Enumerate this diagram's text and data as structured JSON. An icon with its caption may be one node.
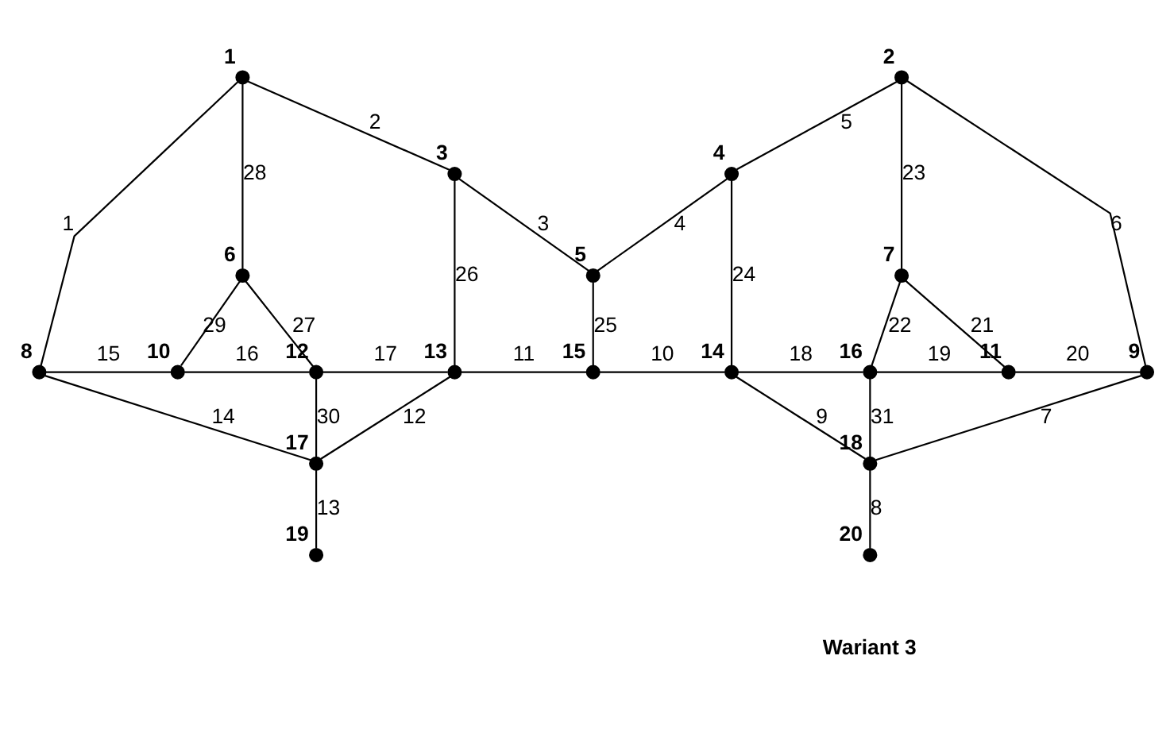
{
  "diagram": {
    "nodes": [
      {
        "text": [],
        "shape": "circle",
        "beside": [
          "1"
        ]
      },
      {
        "text": [],
        "shape": "circle",
        "beside": [
          "2"
        ]
      },
      {
        "text": [],
        "shape": "circle",
        "beside": [
          "3"
        ]
      },
      {
        "text": [],
        "shape": "circle",
        "beside": [
          "4"
        ]
      },
      {
        "text": [],
        "shape": "circle",
        "beside": [
          "5"
        ]
      },
      {
        "text": [],
        "shape": "circle",
        "beside": [
          "6"
        ]
      },
      {
        "text": [],
        "shape": "circle",
        "beside": [
          "7"
        ]
      },
      {
        "text": [],
        "shape": "circle",
        "beside": [
          "8"
        ]
      },
      {
        "text": [],
        "shape": "circle",
        "beside": [
          "9"
        ]
      },
      {
        "text": [],
        "shape": "circle",
        "beside": [
          "10"
        ]
      },
      {
        "text": [],
        "shape": "circle",
        "beside": [
          "11"
        ]
      },
      {
        "text": [],
        "shape": "circle",
        "beside": [
          "12"
        ]
      },
      {
        "text": [],
        "shape": "circle",
        "beside": [
          "13"
        ]
      },
      {
        "text": [],
        "shape": "circle",
        "beside": [
          "14"
        ]
      },
      {
        "text": [],
        "shape": "circle",
        "beside": [
          "15"
        ]
      },
      {
        "text": [],
        "shape": "circle",
        "beside": [
          "16"
        ]
      },
      {
        "text": [],
        "shape": "circle",
        "beside": [
          "17"
        ]
      },
      {
        "text": [],
        "shape": "circle",
        "beside": [
          "18"
        ]
      },
      {
        "text": [],
        "shape": "circle",
        "beside": [
          "19"
        ]
      },
      {
        "text": [],
        "shape": "circle",
        "beside": [
          "20"
        ]
      }
    ],
    "edges": [
      {
        "from": 0,
        "to": 7,
        "arrow": "none",
        "label": "1"
      },
      {
        "from": 0,
        "to": 2,
        "arrow": "none",
        "label": "2"
      },
      {
        "from": 2,
        "to": 4,
        "arrow": "none",
        "label": "3"
      },
      {
        "from": 4,
        "to": 3,
        "arrow": "none",
        "label": "4"
      },
      {
        "from": 3,
        "to": 1,
        "arrow": "none",
        "label": "5"
      },
      {
        "from": 1,
        "to": 8,
        "arrow": "none",
        "label": "6"
      },
      {
        "from": 8,
        "to": 17,
        "arrow": "none",
        "label": "7"
      },
      {
        "from": 17,
        "to": 19,
        "arrow": "none",
        "label": "8"
      },
      {
        "from": 13,
        "to": 17,
        "arrow": "none",
        "label": "9"
      },
      {
        "from": 14,
        "to": 13,
        "arrow": "none",
        "label": "10"
      },
      {
        "from": 12,
        "to": 14,
        "arrow": "none",
        "label": "11"
      },
      {
        "from": 16,
        "to": 12,
        "arrow": "none",
        "label": "12"
      },
      {
        "from": 16,
        "to": 18,
        "arrow": "none",
        "label": "13"
      },
      {
        "from": 7,
        "to": 16,
        "arrow": "none",
        "label": "14"
      },
      {
        "from": 7,
        "to": 9,
        "arrow": "none",
        "label": "15"
      },
      {
        "from": 9,
        "to": 11,
        "arrow": "none",
        "label": "16"
      },
      {
        "from": 11,
        "to": 12,
        "arrow": "none",
        "label": "17"
      },
      {
        "from": 13,
        "to": 15,
        "arrow": "none",
        "label": "18"
      },
      {
        "from": 15,
        "to": 10,
        "arrow": "none",
        "label": "19"
      },
      {
        "from": 10,
        "to": 8,
        "arrow": "none",
        "label": "20"
      },
      {
        "from": 6,
        "to": 10,
        "arrow": "none",
        "label": "21"
      },
      {
        "from": 6,
        "to": 15,
        "arrow": "none",
        "label": "22"
      },
      {
        "from": 1,
        "to": 6,
        "arrow": "none",
        "label": "23"
      },
      {
        "from": 3,
        "to": 13,
        "arrow": "none",
        "label": "24"
      },
      {
        "from": 4,
        "to": 14,
        "arrow": "none",
        "label": "25"
      },
      {
        "from": 2,
        "to": 12,
        "arrow": "none",
        "label": "26"
      },
      {
        "from": 5,
        "to": 11,
        "arrow": "none",
        "label": "27"
      },
      {
        "from": 0,
        "to": 5,
        "arrow": "none",
        "label": "28"
      },
      {
        "from": 5,
        "to": 9,
        "arrow": "none",
        "label": "29"
      },
      {
        "from": 11,
        "to": 16,
        "arrow": "none",
        "label": "30"
      },
      {
        "from": 15,
        "to": 17,
        "arrow": "none",
        "label": "31"
      }
    ],
    "labels": [
      "Wariant 3"
    ]
  }
}
